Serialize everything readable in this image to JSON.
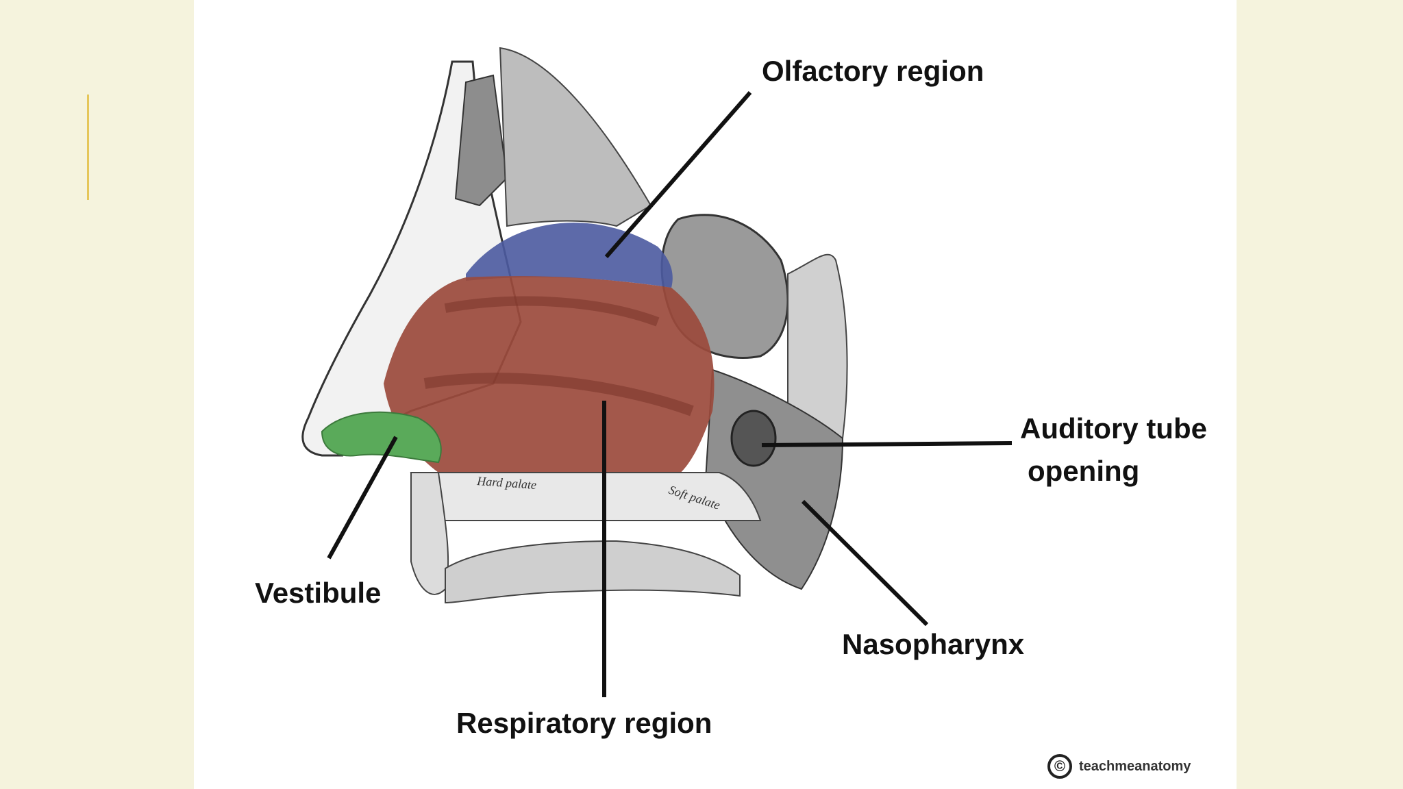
{
  "labels": {
    "olfactory": "Olfactory region",
    "auditory_line1": "Auditory tube",
    "auditory_line2": "opening",
    "vestibule": "Vestibule",
    "nasopharynx": "Nasopharynx",
    "respiratory": "Respiratory region",
    "hard_palate": "Hard palate",
    "soft_palate": "Soft palate"
  },
  "credit": {
    "brand": "teachmeanatomy"
  },
  "colors": {
    "olfactory": "#4b5aa0",
    "respiratory": "#9b4a3c",
    "vestibule": "#5aaa5a",
    "accent": "#e5c65a",
    "background": "#f5f3dd"
  }
}
